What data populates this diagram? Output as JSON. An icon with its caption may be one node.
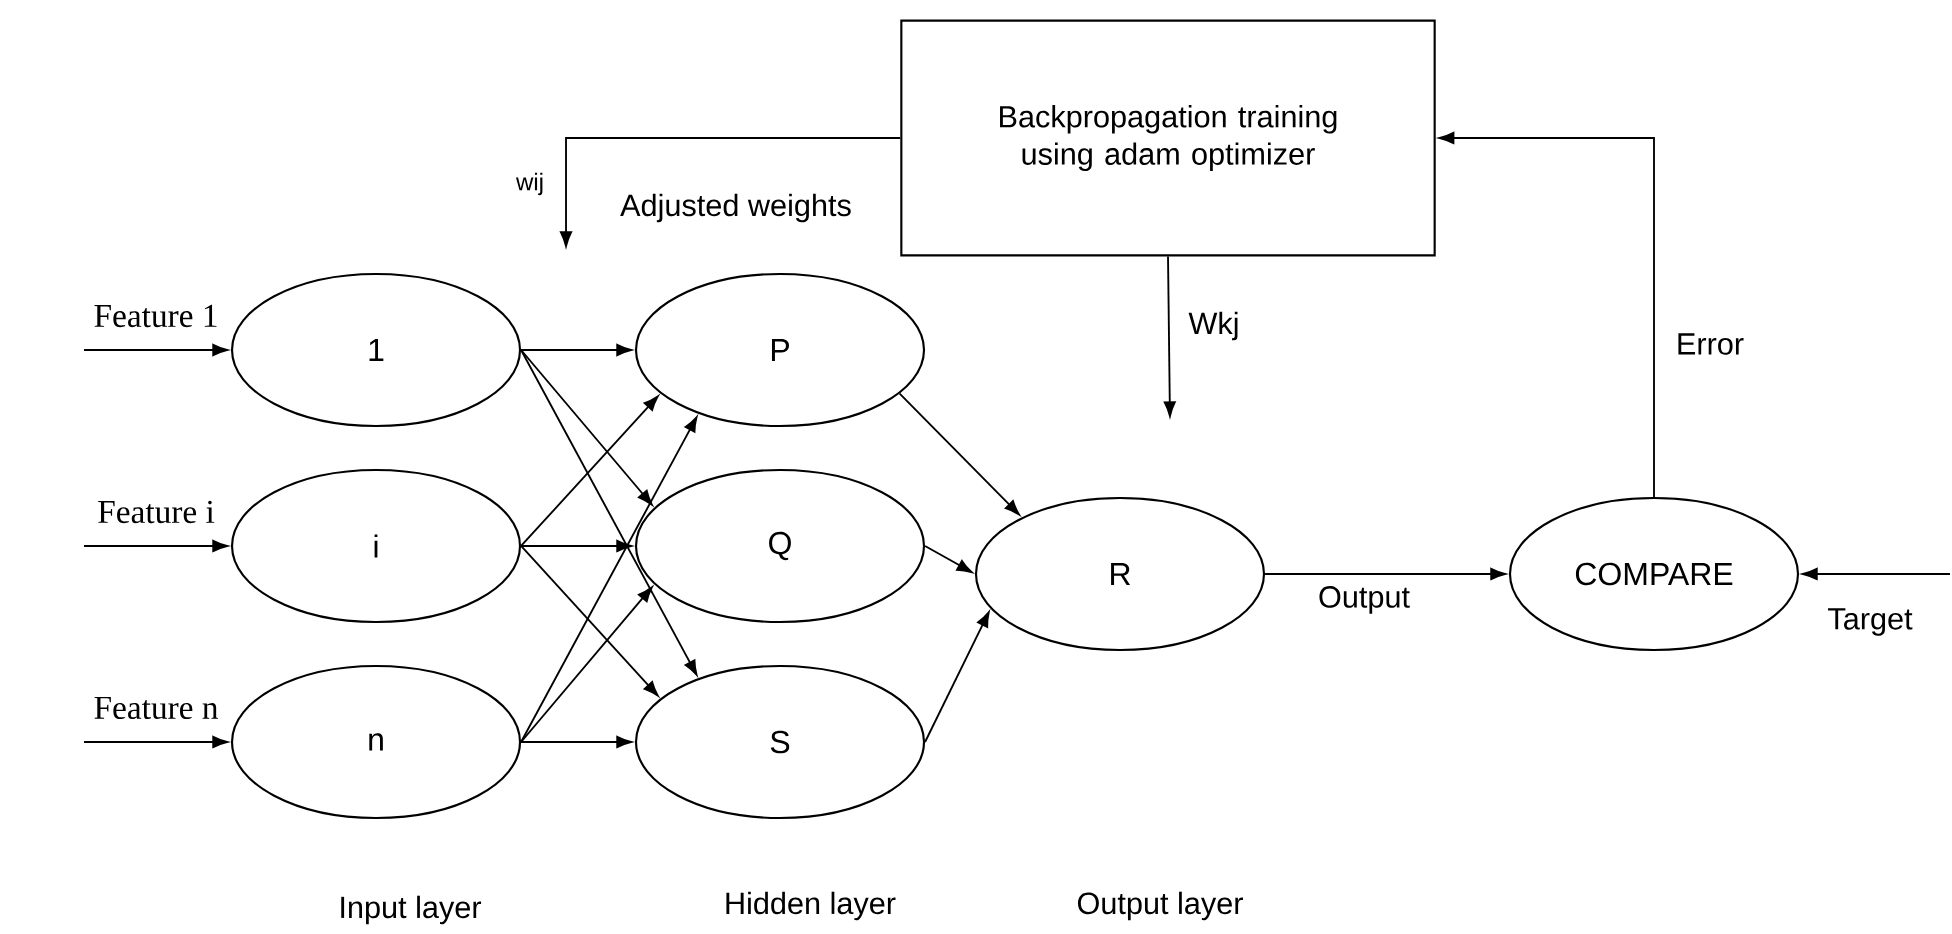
{
  "diagram": {
    "nodes": [
      {
        "text": [
          "1"
        ]
      },
      {
        "text": [
          "i"
        ]
      },
      {
        "text": [
          "n"
        ]
      },
      {
        "text": [
          "P"
        ]
      },
      {
        "text": [
          "Q"
        ]
      },
      {
        "text": [
          "S"
        ]
      },
      {
        "text": [
          "R"
        ]
      },
      {
        "text": [
          "COMPARE"
        ]
      },
      {
        "text": [
          "Backpropagation training using adam optimizer"
        ]
      }
    ],
    "edges": [
      {
        "from": null,
        "to": 0,
        "arrow": "to",
        "label": "Feature 1"
      },
      {
        "from": null,
        "to": 1,
        "arrow": "to",
        "label": "Feature i"
      },
      {
        "from": null,
        "to": 2,
        "arrow": "to",
        "label": "Feature n"
      },
      {
        "from": 0,
        "to": 3,
        "arrow": "to"
      },
      {
        "from": 0,
        "to": 4,
        "arrow": "to"
      },
      {
        "from": 0,
        "to": 5,
        "arrow": "to"
      },
      {
        "from": 1,
        "to": 3,
        "arrow": "to"
      },
      {
        "from": 1,
        "to": 4,
        "arrow": "to"
      },
      {
        "from": 1,
        "to": 5,
        "arrow": "to"
      },
      {
        "from": 2,
        "to": 3,
        "arrow": "to"
      },
      {
        "from": 2,
        "to": 4,
        "arrow": "to"
      },
      {
        "from": 2,
        "to": 5,
        "arrow": "to"
      },
      {
        "from": 3,
        "to": 6,
        "arrow": "to"
      },
      {
        "from": 4,
        "to": 6,
        "arrow": "to"
      },
      {
        "from": 5,
        "to": 6,
        "arrow": "to"
      },
      {
        "from": 6,
        "to": 7,
        "arrow": "to",
        "label": "Output"
      },
      {
        "from": null,
        "to": 7,
        "arrow": "to",
        "label": "Target"
      },
      {
        "from": 7,
        "to": 8,
        "arrow": "to",
        "label": "Error"
      },
      {
        "from": 8,
        "to": null,
        "arrow": "to",
        "label": "Adjusted weights"
      },
      {
        "from": 8,
        "to": null,
        "arrow": "to",
        "label": "Wkj"
      }
    ],
    "labels": [
      "wij",
      "Input layer",
      "Hidden layer",
      "Output layer"
    ]
  }
}
